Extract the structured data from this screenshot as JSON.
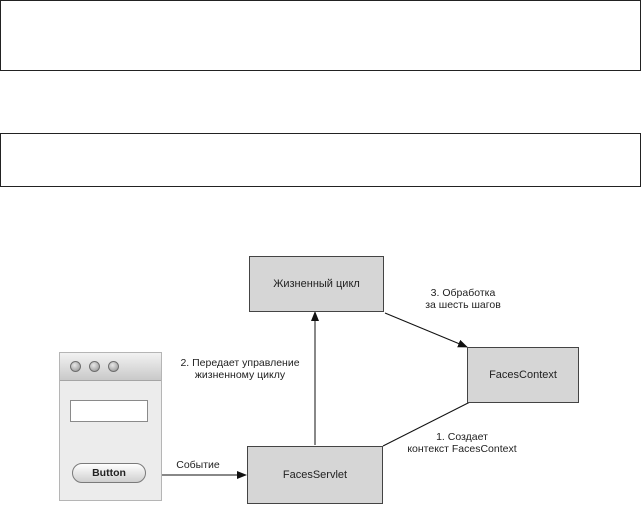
{
  "nodes": {
    "lifecycle": "Жизненный цикл",
    "faces_context": "FacesContext",
    "faces_servlet": "FacesServlet"
  },
  "edges": {
    "step1_line1": "1. Создает",
    "step1_line2": "контекст FacesContext",
    "step2_line1": "2. Передает управление",
    "step2_line2": "жизненному циклу",
    "step3_line1": "3. Обработка",
    "step3_line2": "за шесть шагов",
    "event": "Событие"
  },
  "window": {
    "button_label": "Button",
    "text_value": ""
  }
}
